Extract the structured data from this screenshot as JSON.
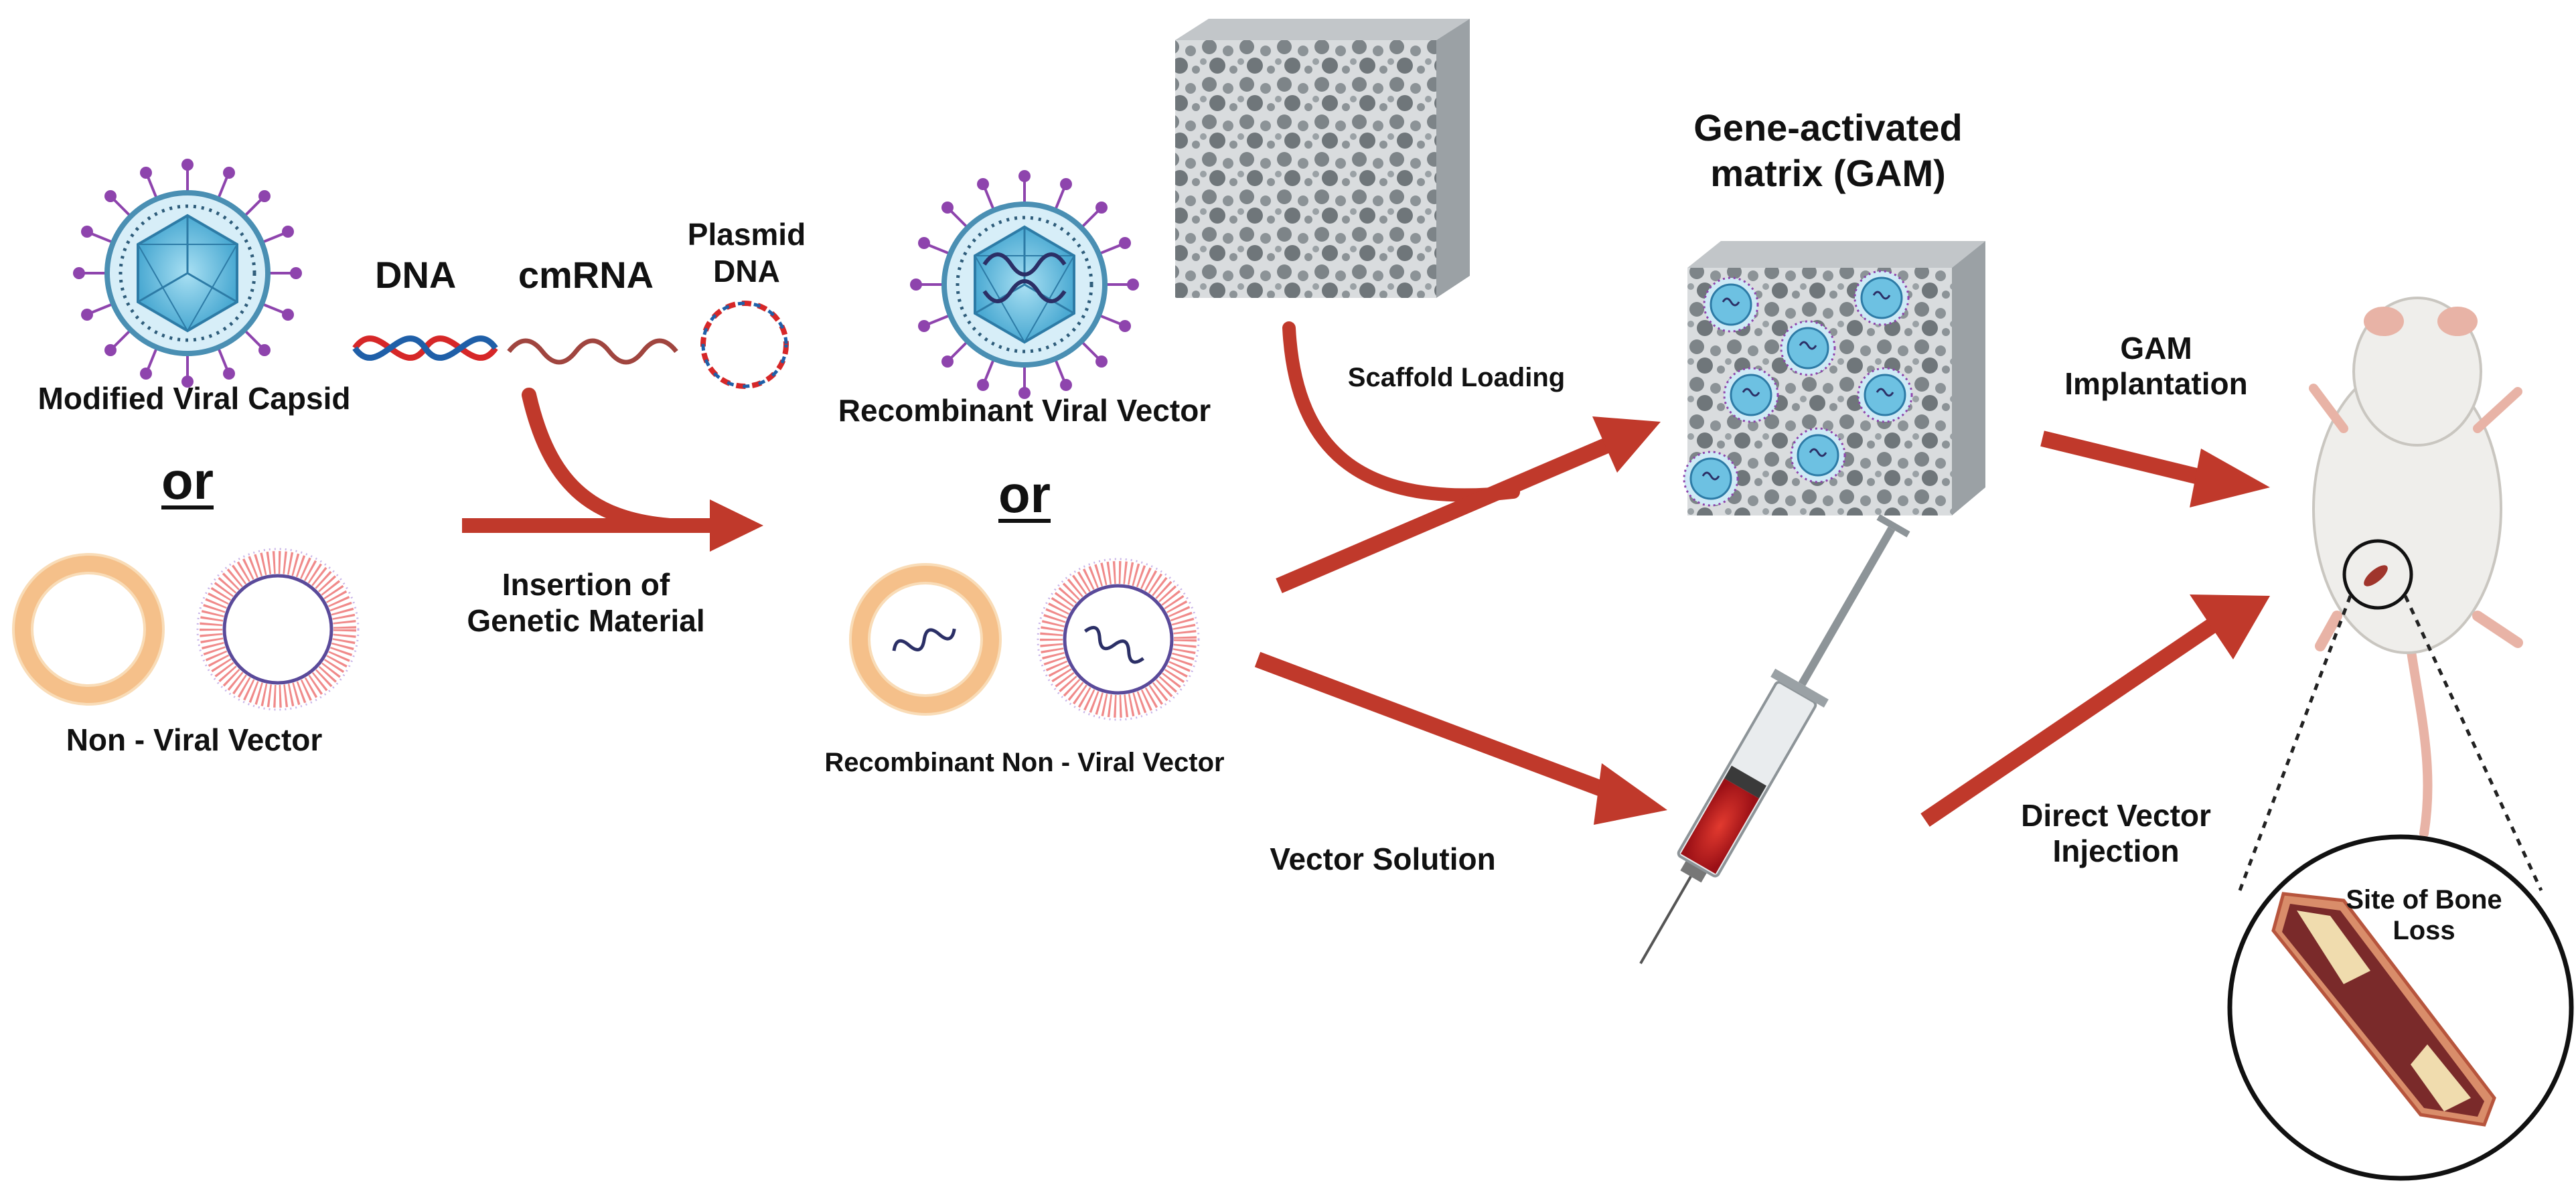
{
  "labels": {
    "modified_viral_capsid": "Modified Viral Capsid",
    "dna": "DNA",
    "cmrna": "cmRNA",
    "plasmid_dna_line1": "Plasmid",
    "plasmid_dna_line2": "DNA",
    "or_left": "or",
    "non_viral_vector": "Non - Viral Vector",
    "insertion_line1": "Insertion of",
    "insertion_line2": "Genetic Material",
    "recombinant_viral_vector": "Recombinant Viral Vector",
    "or_middle": "or",
    "recombinant_non_viral_vector": "Recombinant Non - Viral Vector",
    "scaffold_loading": "Scaffold Loading",
    "gam_line1": "Gene-activated",
    "gam_line2": "matrix (GAM)",
    "gam_implantation_line1": "GAM",
    "gam_implantation_line2": "Implantation",
    "vector_solution": "Vector Solution",
    "direct_injection_line1": "Direct Vector",
    "direct_injection_line2": "Injection",
    "site_bone_loss_line1": "Site of Bone",
    "site_bone_loss_line2": "Loss"
  },
  "icons": [
    "virus-capsid-icon",
    "dna-double-helix-icon",
    "mrna-strand-icon",
    "plasmid-ring-icon",
    "liposome-icon",
    "lipid-nanoparticle-icon",
    "porous-scaffold-icon",
    "gam-scaffold-icon",
    "syringe-icon",
    "mouse-icon",
    "bone-defect-icon",
    "arrow-icon"
  ],
  "colors": {
    "arrow": "#c0392b",
    "capsid": "#5bb8dc",
    "spike": "#8e44ad",
    "liposome": "#f5c08a",
    "dna_red": "#d62728",
    "dna_blue": "#1f5fa8",
    "scaffold": "#b9bec2",
    "syringe_fluid": "#c0171d"
  }
}
